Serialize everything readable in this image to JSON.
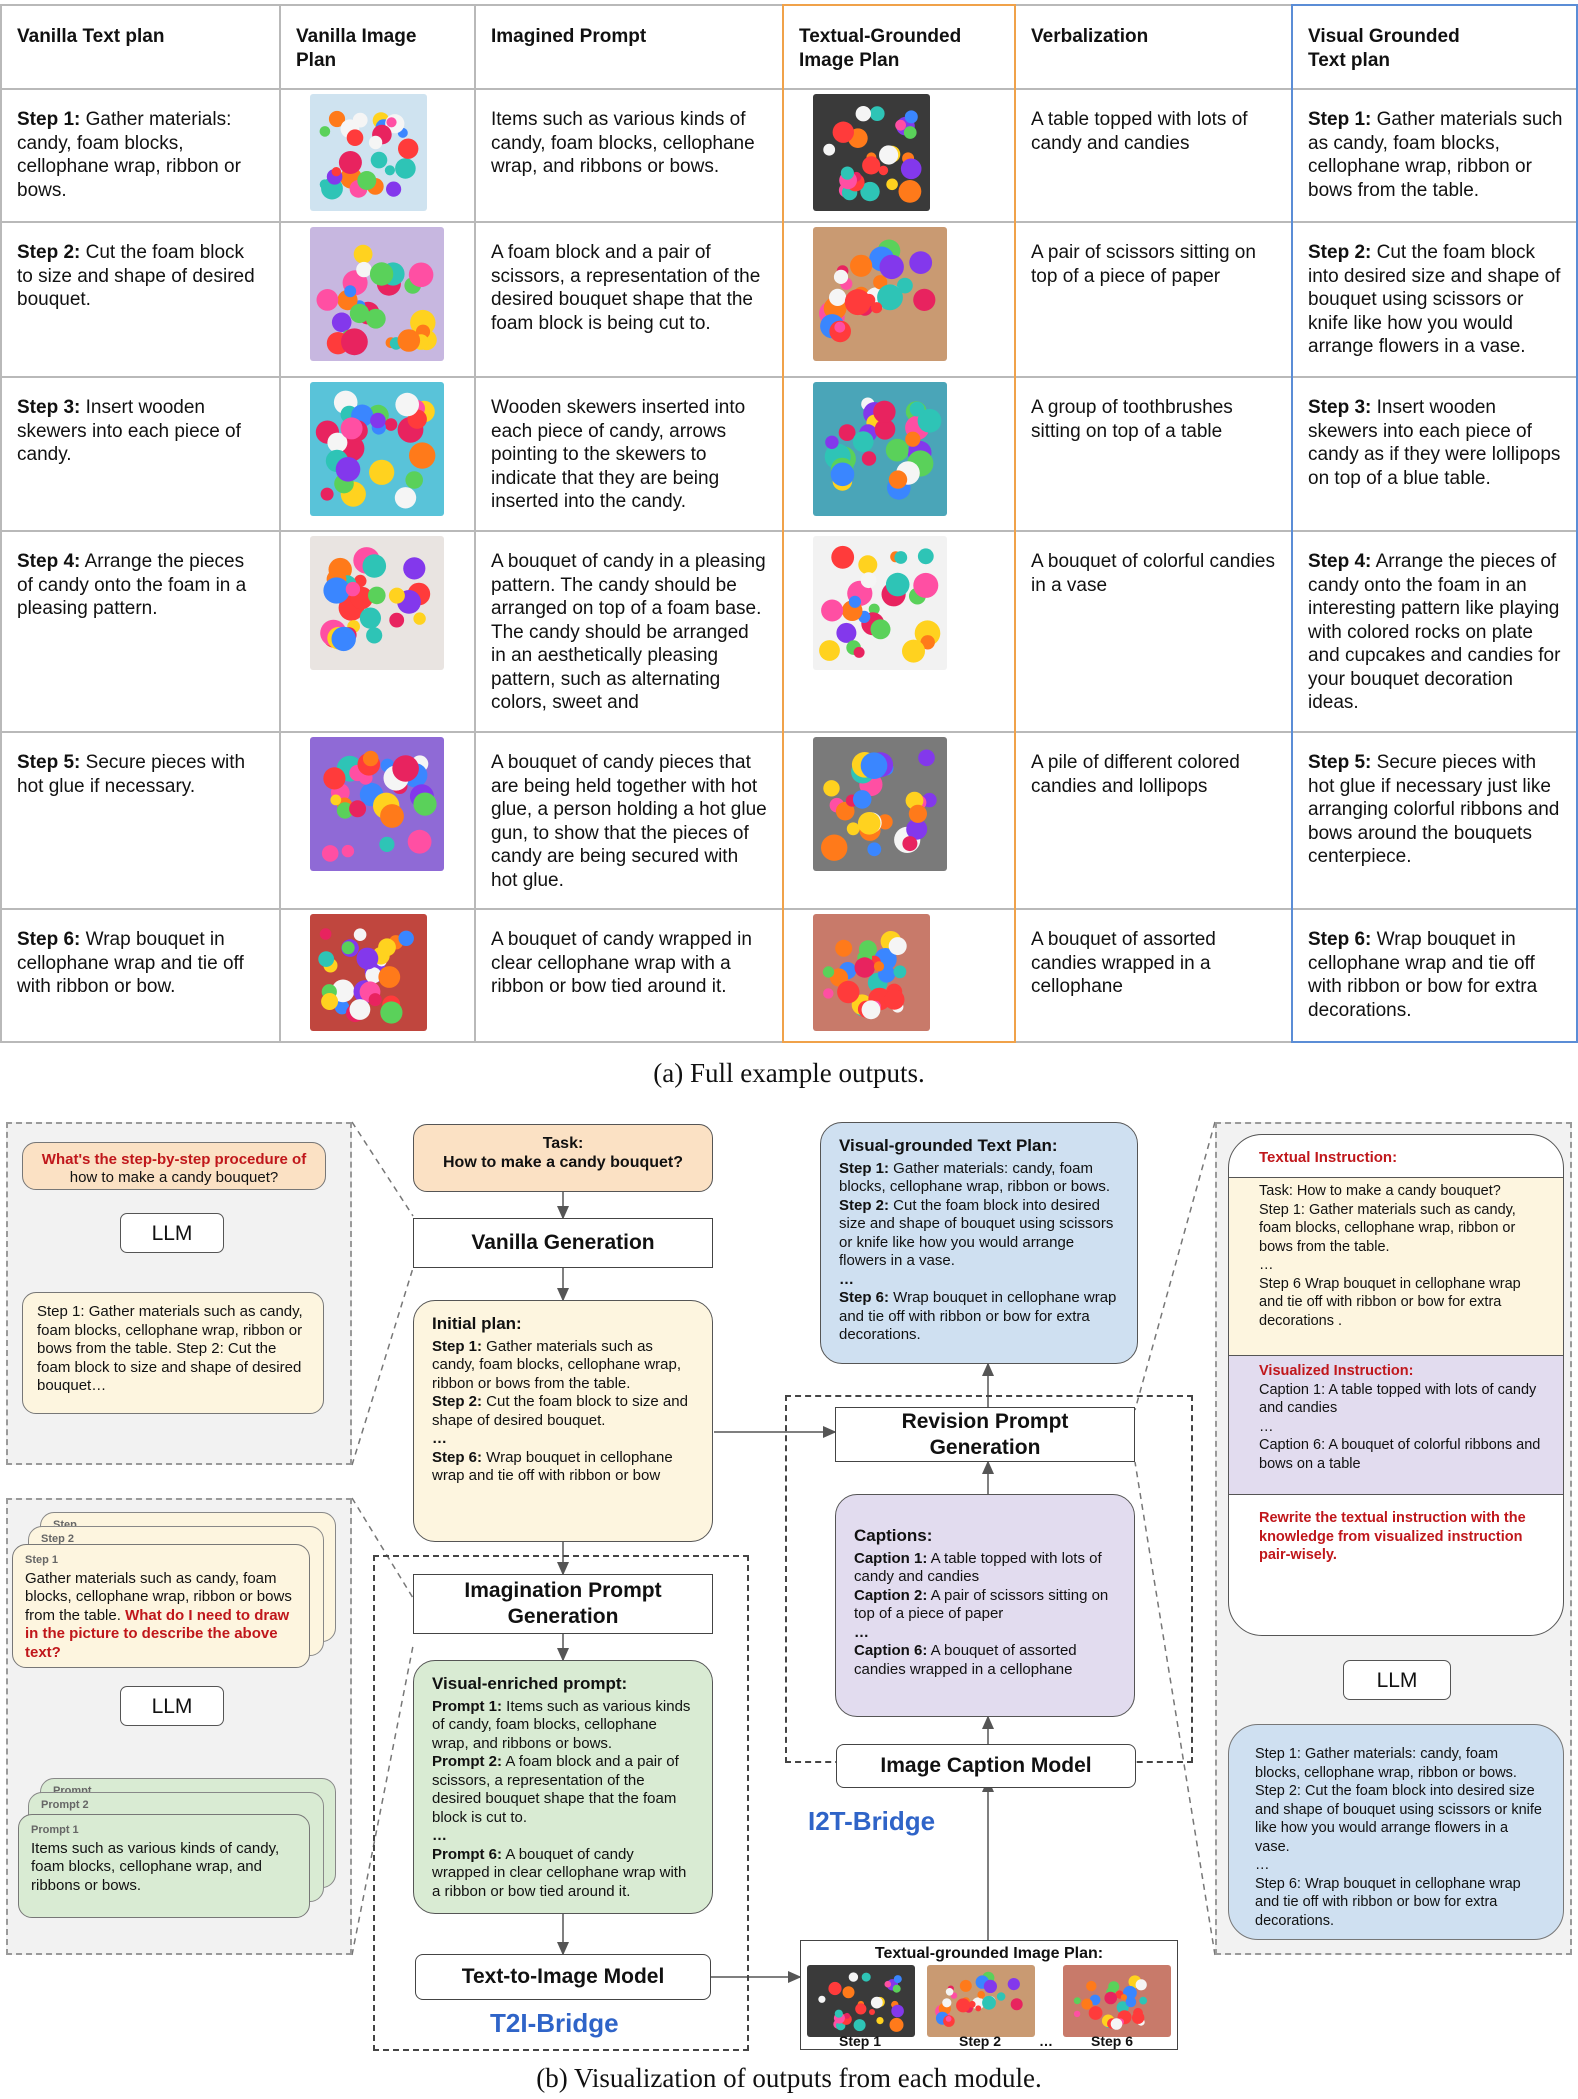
{
  "table": {
    "headers": [
      "Vanilla Text plan",
      "Vanilla Image\nPlan",
      "Imagined Prompt",
      "Textual-Grounded\nImage Plan",
      "Verbalization",
      "Visual Grounded\nText plan"
    ],
    "rows": [
      {
        "step": "Step 1:",
        "vanilla": "Gather materials: candy, foam blocks, cellophane wrap, ribbon or bows.",
        "prompt": "Items such as various kinds of candy, foam blocks, cellophane wrap, and ribbons or bows.",
        "verbal": "A table topped with lots of candy and candies",
        "grounded": "Gather materials such as candy, foam blocks, cellophane wrap, ribbon or bows from the table."
      },
      {
        "step": "Step 2:",
        "vanilla": "Cut the foam block to size and shape of desired bouquet.",
        "prompt": "A foam block and a pair of scissors, a representation of the desired bouquet shape that the foam block is being cut to.",
        "verbal": "A pair of scissors sitting on top of a piece of paper",
        "grounded": "Cut the foam block into desired size and shape of bouquet using scissors or knife like how you would arrange flowers in a vase."
      },
      {
        "step": "Step 3:",
        "vanilla": "Insert wooden skewers into each piece of candy.",
        "prompt": "Wooden skewers inserted into each piece of candy, arrows pointing to the skewers to indicate that they are being inserted into the candy.",
        "verbal": "A group of toothbrushes sitting on top of a table",
        "grounded": "Insert wooden skewers into each piece of candy as if they were lollipops on top of a blue table."
      },
      {
        "step": "Step 4:",
        "vanilla": "Arrange the pieces of candy onto the foam in a pleasing pattern.",
        "prompt": "A bouquet of candy in a pleasing pattern. The candy should be arranged on top of a foam base. The candy should be arranged in an aesthetically pleasing pattern, such as alternating colors, sweet and",
        "verbal": "A bouquet of colorful candies in a vase",
        "grounded": "Arrange the pieces of candy onto the foam in an interesting pattern like playing with colored rocks on plate and cupcakes and candies for your bouquet decoration ideas."
      },
      {
        "step": "Step 5:",
        "vanilla": "Secure pieces with hot glue if necessary.",
        "prompt": "A bouquet of candy pieces that are being held together with hot glue, a person holding a hot glue gun, to show that the pieces of candy are being secured with hot glue.",
        "verbal": "A pile of different colored candies and lollipops",
        "grounded": "Secure pieces with hot glue if necessary just like arranging colorful ribbons and bows around the bouquets centerpiece."
      },
      {
        "step": "Step 6:",
        "vanilla": "Wrap bouquet in cellophane wrap and tie off with ribbon or bow.",
        "prompt": "A bouquet of candy wrapped in clear cellophane wrap with a ribbon or bow tied around it.",
        "verbal": "A bouquet of assorted candies wrapped in a cellophane",
        "grounded": "Wrap bouquet in cellophane wrap and tie off with ribbon or bow for extra decorations."
      }
    ],
    "caption": "(a) Full example outputs."
  },
  "diagram": {
    "caption": "(b) Visualization of outputs from each module.",
    "task_label": "Task:",
    "task_text": "How to make a candy bouquet?",
    "vanilla_generation": "Vanilla Generation",
    "initial_plan": {
      "title": "Initial plan:",
      "items": [
        {
          "k": "Step 1:",
          "v": " Gather materials such as candy, foam blocks, cellophane wrap, ribbon or bows from the table."
        },
        {
          "k": "Step 2:",
          "v": " Cut the foam block to size and shape of desired bouquet."
        },
        {
          "k": "…",
          "v": ""
        },
        {
          "k": "Step 6:",
          "v": "  Wrap bouquet in cellophane wrap and tie off with ribbon or bow"
        }
      ]
    },
    "imagination_prompt_generation": "Imagination Prompt Generation",
    "visual_prompt": {
      "title": "Visual-enriched prompt:",
      "items": [
        {
          "k": "Prompt 1:",
          "v": " Items such as various kinds of candy, foam blocks, cellophane wrap, and ribbons or bows."
        },
        {
          "k": "Prompt 2:",
          "v": " A foam block and a pair of scissors, a representation of the desired bouquet shape that the foam block is cut to."
        },
        {
          "k": "…",
          "v": ""
        },
        {
          "k": "Prompt 6:",
          "v": " A bouquet of candy wrapped in clear cellophane wrap with a ribbon or bow tied around it."
        }
      ]
    },
    "text_to_image_model": "Text-to-Image Model",
    "t2i_bridge": "T2I-Bridge",
    "textual_grounded_image_plan": {
      "title": "Textual-grounded Image Plan:",
      "labels": [
        "Step 1",
        "Step 2",
        "…",
        "Step 6"
      ]
    },
    "visual_grounded_text_plan": {
      "title": "Visual-grounded Text Plan:",
      "items": [
        {
          "k": "Step 1:",
          "v": " Gather materials: candy, foam blocks, cellophane wrap, ribbon or bows."
        },
        {
          "k": "Step 2:",
          "v": " Cut the foam block into desired size and shape of bouquet using scissors or knife like how you would arrange flowers in a vase."
        },
        {
          "k": "…",
          "v": ""
        },
        {
          "k": "Step 6:",
          "v": " Wrap bouquet in cellophane wrap and tie off with ribbon or bow for extra decorations."
        }
      ]
    },
    "revision_prompt_generation": "Revision Prompt Generation",
    "captions": {
      "title": "Captions:",
      "items": [
        {
          "k": "Caption 1:",
          "v": " A table topped with lots of candy and candies"
        },
        {
          "k": "Caption 2:",
          "v": " A pair of scissors sitting on top of a piece of paper"
        },
        {
          "k": "…",
          "v": ""
        },
        {
          "k": "Caption 6:",
          "v": " A bouquet of assorted candies wrapped in a cellophane"
        }
      ]
    },
    "image_caption_model": "Image Caption Model",
    "i2t_bridge": "I2T-Bridge",
    "left_top": {
      "question_red": "What's the step-by-step procedure of",
      "question_rest": " how to make a candy bouquet?",
      "llm": "LLM",
      "output": "Step 1: Gather materials such as candy, foam blocks, cellophane wrap, ribbon or bows from the table. Step 2: Cut the foam block to size and shape of desired bouquet…"
    },
    "left_bottom": {
      "stack_labels": [
        "Step …",
        "Step 2",
        "Step 1"
      ],
      "step_text": "Gather materials such as candy, foam blocks, cellophane wrap, ribbon or bows from the table. ",
      "step_red": "What do I need to draw in the picture to describe the above text?",
      "llm": "LLM",
      "prompt_labels": [
        "Prompt …",
        "Prompt 2",
        "Prompt 1"
      ],
      "prompt_text": "Items such as various kinds of candy, foam blocks, cellophane wrap, and ribbons or bows."
    },
    "right_panel": {
      "textual_title": "Textual Instruction:",
      "textual_lines": [
        "Task: How to make a candy bouquet?",
        "Step 1: Gather materials such as candy, foam blocks, cellophane wrap, ribbon or bows from the table.",
        "…",
        "Step 6 Wrap bouquet in cellophane wrap and tie off with ribbon or bow for extra decorations ."
      ],
      "visual_title": "Visualized Instruction:",
      "visual_lines": [
        "Caption 1: A table topped with lots of candy and candies",
        "…",
        "Caption 6: A bouquet of colorful ribbons and bows on a table"
      ],
      "rewrite": "Rewrite the textual instruction with the knowledge from visualized instruction pair-wisely.",
      "llm": "LLM",
      "output_lines": [
        "Step 1: Gather materials: candy, foam blocks, cellophane wrap, ribbon or bows.",
        "Step 2: Cut the foam block into desired size and shape of bouquet using scissors or knife like how you would arrange flowers in a vase.",
        "…",
        "Step 6: Wrap bouquet in cellophane wrap and tie off with ribbon or bow for extra decorations."
      ]
    }
  },
  "colors": {
    "grid": "#b9b9b9",
    "orange": "#f0a24a",
    "blue_line": "#5b8dd6",
    "peach": "#fbe1c4",
    "cream": "#fdf5df",
    "green": "#d9ebd3",
    "lilac": "#e2dcef",
    "sky": "#cfe0f1",
    "bridge_blue": "#2f64c8",
    "red": "#c0171b"
  }
}
